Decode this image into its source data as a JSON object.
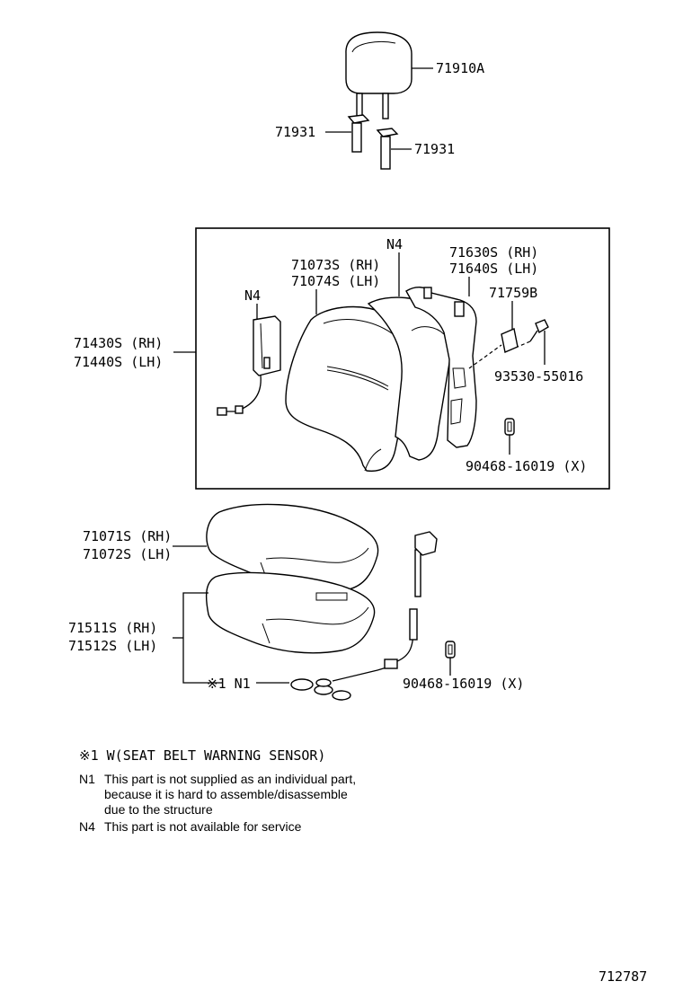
{
  "parts": {
    "headrest": "71910A",
    "headrest_support_left": "71931",
    "headrest_support_right": "71931",
    "back_cover_n4": "N4",
    "back_cover_rh": "71073S (RH)",
    "back_cover_lh": "71074S (LH)",
    "back_frame_rh": "71630S (RH)",
    "back_frame_lh": "71640S (LH)",
    "side_airbag_n4": "N4",
    "seatback_assy_rh": "71430S (RH)",
    "seatback_assy_lh": "71440S (LH)",
    "hinge_cover": "71759B",
    "screw": "93530-55016",
    "clip_back": "90468-16019 (X)",
    "cushion_cover_rh": "71071S (RH)",
    "cushion_cover_lh": "71072S (LH)",
    "cushion_assy_rh": "71511S (RH)",
    "cushion_assy_lh": "71512S (LH)",
    "sensor_mark": "※1 N1",
    "clip_cushion": "90468-16019 (X)"
  },
  "notes": {
    "footnote_1": "※1 W(SEAT BELT WARNING SENSOR)",
    "n1_code": "N1",
    "n1_line1": "This part is not supplied as an individual  part,",
    "n1_line2": "because it is hard to assemble/disassemble",
    "n1_line3": "due to the structure",
    "n4_code": "N4",
    "n4_line1": "This part is not available for service"
  },
  "figure_number": "712787"
}
